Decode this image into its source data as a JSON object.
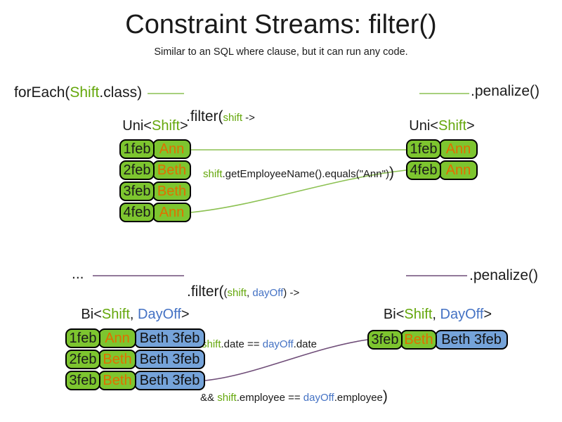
{
  "slide": {
    "title": "Constraint Streams: filter()",
    "subtitle": "Similar to an SQL where clause, but it can run any code."
  },
  "colors": {
    "box-green": "#7dc52f",
    "box-blue": "#75a3d9",
    "text-green": "#64a70b",
    "text-blue": "#4472c4",
    "text-orange": "#e06f00",
    "line-green": "#8cc152",
    "line-purple": "#6f4d78"
  },
  "stream1": {
    "foreach": {
      "open": "forEach(",
      "class": "Shift",
      "close": ".class)"
    },
    "filter": {
      "open": ".filter(",
      "param": "shift",
      "arrow": " ->",
      "body_param": "shift",
      "body": ".getEmployeeName().equals(\"Ann\")",
      "close": ")"
    },
    "penalize": ".penalize()"
  },
  "stream2": {
    "ellipsis": "...",
    "filter": {
      "open": ".filter(",
      "paren_open": "(",
      "param1": "shift",
      "comma": ", ",
      "param2": "dayOff",
      "paren_close": ")",
      "arrow": " ->",
      "line2": {
        "p1": "shift",
        "mid": ".date == ",
        "p2": "dayOff",
        "end": ".date"
      },
      "line3": {
        "amp": "&& ",
        "p1": "shift",
        "mid": ".employee == ",
        "p2": "dayOff",
        "end": ".employee",
        "close": ")"
      }
    },
    "penalize": ".penalize()"
  },
  "uni_left": {
    "label": {
      "open": "Uni<",
      "type": "Shift",
      "close": ">"
    },
    "rows": [
      {
        "date": "1feb",
        "name": "Ann"
      },
      {
        "date": "2feb",
        "name": "Beth"
      },
      {
        "date": "3feb",
        "name": "Beth"
      },
      {
        "date": "4feb",
        "name": "Ann"
      }
    ]
  },
  "uni_right": {
    "label": {
      "open": "Uni<",
      "type": "Shift",
      "close": ">"
    },
    "rows": [
      {
        "date": "1feb",
        "name": "Ann"
      },
      {
        "date": "4feb",
        "name": "Ann"
      }
    ]
  },
  "bi_left": {
    "label": {
      "open": "Bi<",
      "type1": "Shift",
      "comma": ", ",
      "type2": "DayOff",
      "close": ">"
    },
    "rows": [
      {
        "date": "1feb",
        "name": "Ann",
        "pair": "Beth 3feb"
      },
      {
        "date": "2feb",
        "name": "Beth",
        "pair": "Beth 3feb"
      },
      {
        "date": "3feb",
        "name": "Beth",
        "pair": "Beth 3feb"
      }
    ]
  },
  "bi_right": {
    "label": {
      "open": "Bi<",
      "type1": "Shift",
      "comma": ", ",
      "type2": "DayOff",
      "close": ">"
    },
    "rows": [
      {
        "date": "3feb",
        "name": "Beth",
        "pair": "Beth 3feb"
      }
    ]
  }
}
